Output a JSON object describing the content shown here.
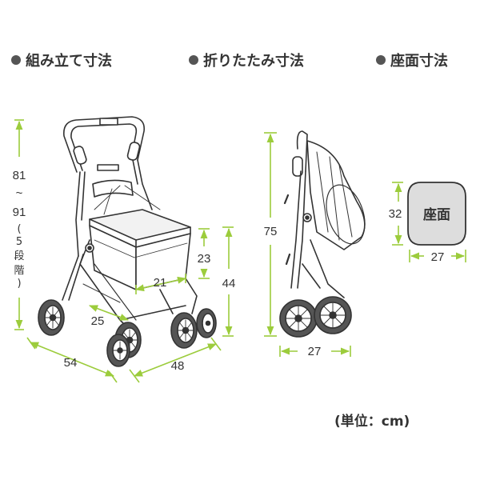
{
  "headings": {
    "assembled": "組み立て寸法",
    "folded": "折りたたみ寸法",
    "seat": "座面寸法"
  },
  "assembled": {
    "height_top": "81",
    "height_tilde": "~",
    "height_bottom": "91",
    "height_note_chars": [
      "(",
      "5",
      "段",
      "階",
      ")"
    ],
    "seat_height": "44",
    "basket_height": "23",
    "basket_width": "21",
    "basket_depth": "25",
    "length": "54",
    "width": "48"
  },
  "folded": {
    "height": "75",
    "width": "27"
  },
  "seat": {
    "label": "座面",
    "height": "32",
    "width": "27"
  },
  "unit": "(単位：cm)",
  "colors": {
    "dimension_line": "#9ccc3c",
    "outline": "#333333",
    "seat_fill": "#dddddd"
  }
}
